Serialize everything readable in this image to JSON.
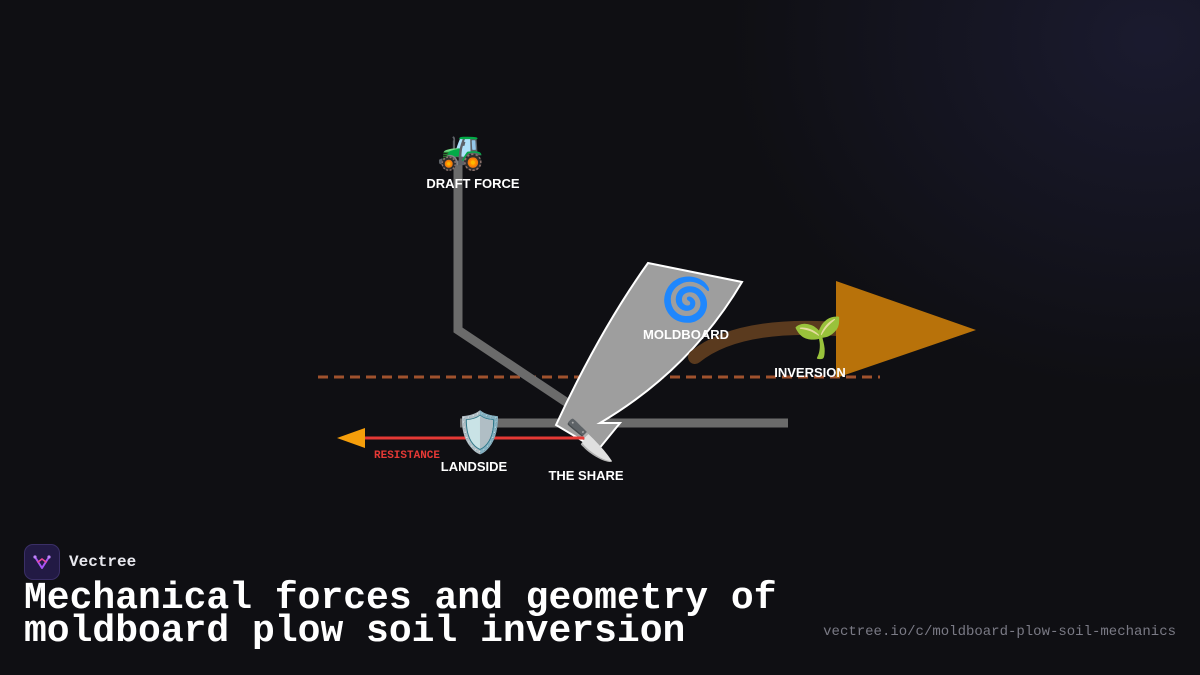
{
  "labels": {
    "draft_force": "DRAFT FORCE",
    "moldboard": "MOLDBOARD",
    "inversion": "INVERSION",
    "landside": "LANDSIDE",
    "the_share": "THE SHARE",
    "resistance": "RESISTANCE"
  },
  "icons": {
    "draft_force": "tractor-icon",
    "moldboard": "spiral-icon",
    "inversion": "seedling-icon",
    "landside": "shield-icon",
    "the_share": "knife-icon"
  },
  "colors": {
    "frame": "#6b6b6b",
    "moldboard_fill": "#9e9e9e",
    "soil_line": "#a0522d",
    "inversion_arrow": "#b8720a",
    "soil_flow": "#5a3a1e",
    "resistance": "#e53935",
    "resistance_head": "#f59e0b"
  },
  "brand": {
    "name": "Vectree"
  },
  "title": "Mechanical forces and geometry of moldboard plow soil inversion",
  "url": "vectree.io/c/moldboard-plow-soil-mechanics"
}
